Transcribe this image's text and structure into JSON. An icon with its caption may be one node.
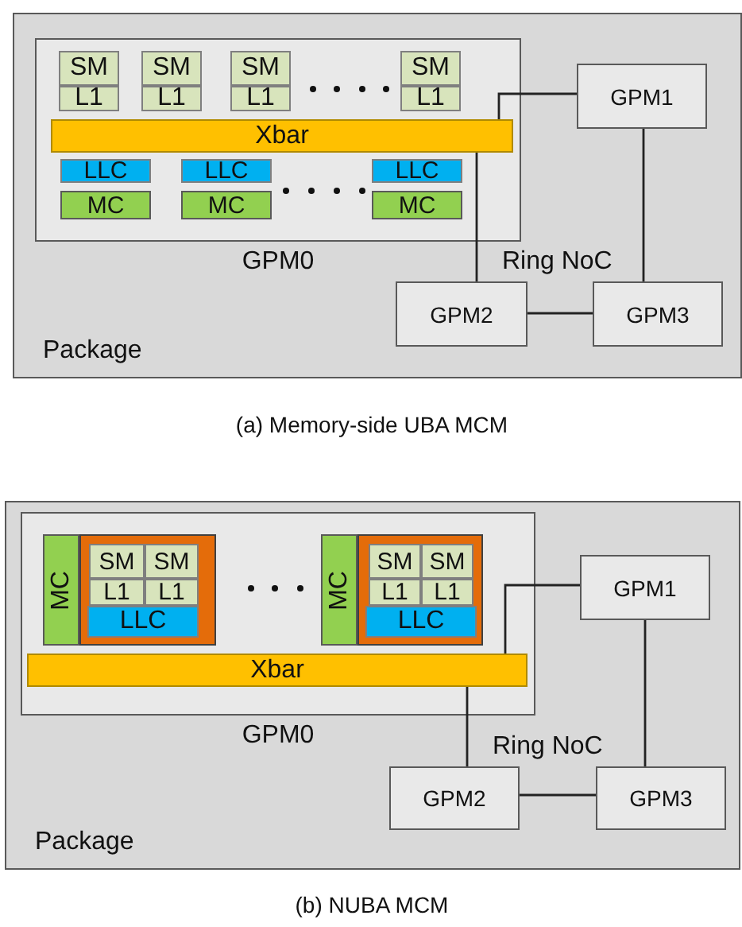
{
  "diagram": {
    "nodes": [
      {
        "text": [
          "Package"
        ]
      },
      {
        "text": [
          "GPM0"
        ],
        "in": 0
      },
      {
        "text": [
          "SM"
        ],
        "in": 1
      },
      {
        "text": [
          "SM"
        ],
        "in": 1
      },
      {
        "text": [
          "SM"
        ],
        "in": 1
      },
      {
        "text": [
          "SM"
        ],
        "in": 1
      },
      {
        "text": [
          "L1"
        ],
        "in": 1
      },
      {
        "text": [
          "L1"
        ],
        "in": 1
      },
      {
        "text": [
          "L1"
        ],
        "in": 1
      },
      {
        "text": [
          "L1"
        ],
        "in": 1
      },
      {
        "text": [
          "Xbar"
        ],
        "in": 1
      },
      {
        "text": [
          "LLC"
        ],
        "in": 1
      },
      {
        "text": [
          "LLC"
        ],
        "in": 1
      },
      {
        "text": [
          "LLC"
        ],
        "in": 1
      },
      {
        "text": [
          "MC"
        ],
        "in": 1
      },
      {
        "text": [
          "MC"
        ],
        "in": 1
      },
      {
        "text": [
          "MC"
        ],
        "in": 1
      },
      {
        "text": [
          "GPM1"
        ],
        "in": 0
      },
      {
        "text": [
          "GPM2"
        ],
        "in": 0
      },
      {
        "text": [
          "GPM3"
        ],
        "in": 0
      },
      {
        "text": [
          "Package"
        ]
      },
      {
        "text": [
          "GPM0"
        ],
        "in": 20
      },
      {
        "text": [
          "MC"
        ],
        "in": 21
      },
      {
        "text": [],
        "shape": "box",
        "in": 21
      },
      {
        "text": [
          "SM"
        ],
        "in": 23
      },
      {
        "text": [
          "SM"
        ],
        "in": 23
      },
      {
        "text": [
          "L1"
        ],
        "in": 23
      },
      {
        "text": [
          "L1"
        ],
        "in": 23
      },
      {
        "text": [
          "LLC"
        ],
        "in": 23
      },
      {
        "text": [
          "MC"
        ],
        "in": 21
      },
      {
        "text": [],
        "shape": "box",
        "in": 21
      },
      {
        "text": [
          "SM"
        ],
        "in": 30
      },
      {
        "text": [
          "SM"
        ],
        "in": 30
      },
      {
        "text": [
          "L1"
        ],
        "in": 30
      },
      {
        "text": [
          "L1"
        ],
        "in": 30
      },
      {
        "text": [
          "LLC"
        ],
        "in": 30
      },
      {
        "text": [
          "Xbar"
        ],
        "in": 21
      },
      {
        "text": [
          "GPM1"
        ],
        "in": 20
      },
      {
        "text": [
          "GPM2"
        ],
        "in": 20
      },
      {
        "text": [
          "GPM3"
        ],
        "in": 20
      }
    ],
    "edges": [
      {
        "from": 10,
        "to": 17,
        "arrow": "none"
      },
      {
        "from": 10,
        "to": 18,
        "arrow": "none"
      },
      {
        "from": 17,
        "to": 19,
        "arrow": "none"
      },
      {
        "from": 18,
        "to": 19,
        "arrow": "none"
      },
      {
        "from": 36,
        "to": 37,
        "arrow": "none"
      },
      {
        "from": 36,
        "to": 38,
        "arrow": "none"
      },
      {
        "from": 37,
        "to": 39,
        "arrow": "none"
      },
      {
        "from": 38,
        "to": 39,
        "arrow": "none"
      }
    ],
    "labels": [
      "Ring NoC",
      "(a) Memory-side UBA MCM",
      "Ring NoC",
      "(b) NUBA MCM"
    ]
  }
}
